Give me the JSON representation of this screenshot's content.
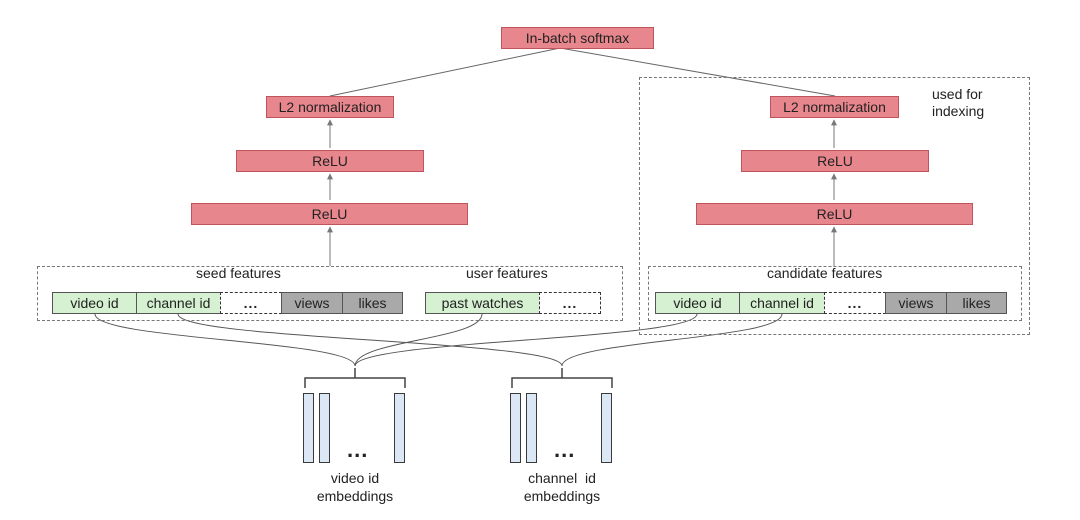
{
  "top": {
    "softmax": "In-batch softmax"
  },
  "left_tower": {
    "l2": "L2 normalization",
    "relu_upper": "ReLU",
    "relu_lower": "ReLU",
    "seed_label": "seed features",
    "user_label": "user features",
    "features": [
      "video id",
      "channel id",
      "...",
      "views",
      "likes",
      "past watches",
      "..."
    ]
  },
  "right_tower": {
    "indexing_note": "used for indexing",
    "l2": "L2 normalization",
    "relu_upper": "ReLU",
    "relu_lower": "ReLU",
    "candidate_label": "candidate features",
    "features": [
      "video id",
      "channel id",
      "...",
      "views",
      "likes"
    ]
  },
  "embeddings": {
    "video": {
      "caption_line1": "video id",
      "caption_line2": "embeddings",
      "dots": "..."
    },
    "channel": {
      "caption_line1": "channel  id",
      "caption_line2": "embeddings",
      "dots": "..."
    }
  },
  "colors": {
    "layer_fill": "#e8868d",
    "id_feature_fill": "#d6f0d2",
    "numeric_feature_fill": "#a9a9a9",
    "embedding_fill": "#dbe7f4"
  }
}
